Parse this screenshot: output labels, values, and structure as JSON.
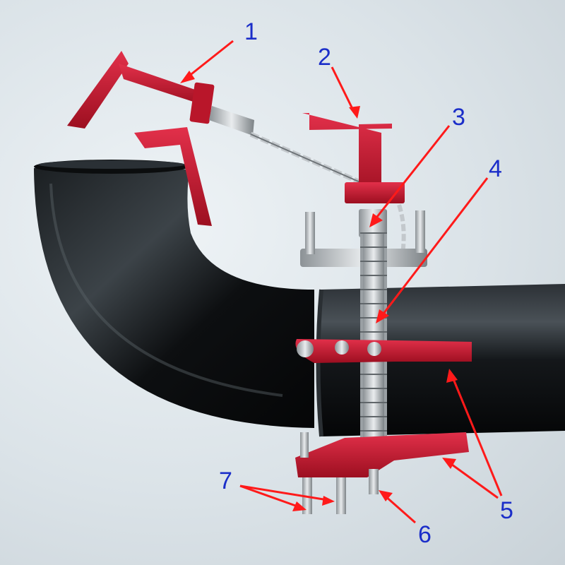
{
  "colors": {
    "arrow": "#ff1a1a",
    "label": "#1b2ec9",
    "pipe": "#121416",
    "clamp": "#c8172b",
    "steel": "#b9bec2"
  },
  "callouts": [
    {
      "id": "1",
      "label": "1"
    },
    {
      "id": "2",
      "label": "2"
    },
    {
      "id": "3",
      "label": "3"
    },
    {
      "id": "4",
      "label": "4"
    },
    {
      "id": "5",
      "label": "5"
    },
    {
      "id": "6",
      "label": "6"
    },
    {
      "id": "7",
      "label": "7"
    }
  ]
}
